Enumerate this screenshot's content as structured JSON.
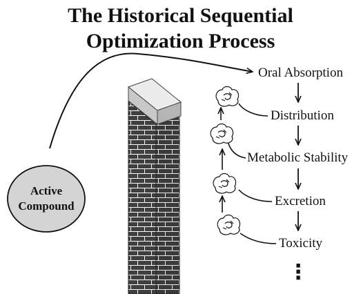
{
  "title": {
    "line1": "The Historical Sequential",
    "line2": "Optimization Process"
  },
  "compound": {
    "line1": "Active",
    "line2": "Compound"
  },
  "steps": [
    "Oral Absorption",
    "Distribution",
    "Metabolic Stability",
    "Excretion",
    "Toxicity"
  ],
  "continuation": "⋮",
  "colors": {
    "compound_fill": "#d4d4d4",
    "brick": "#3f3f3f",
    "mortar": "#ffffff",
    "wall_cap": "#e2e2e2",
    "line": "#111111"
  }
}
